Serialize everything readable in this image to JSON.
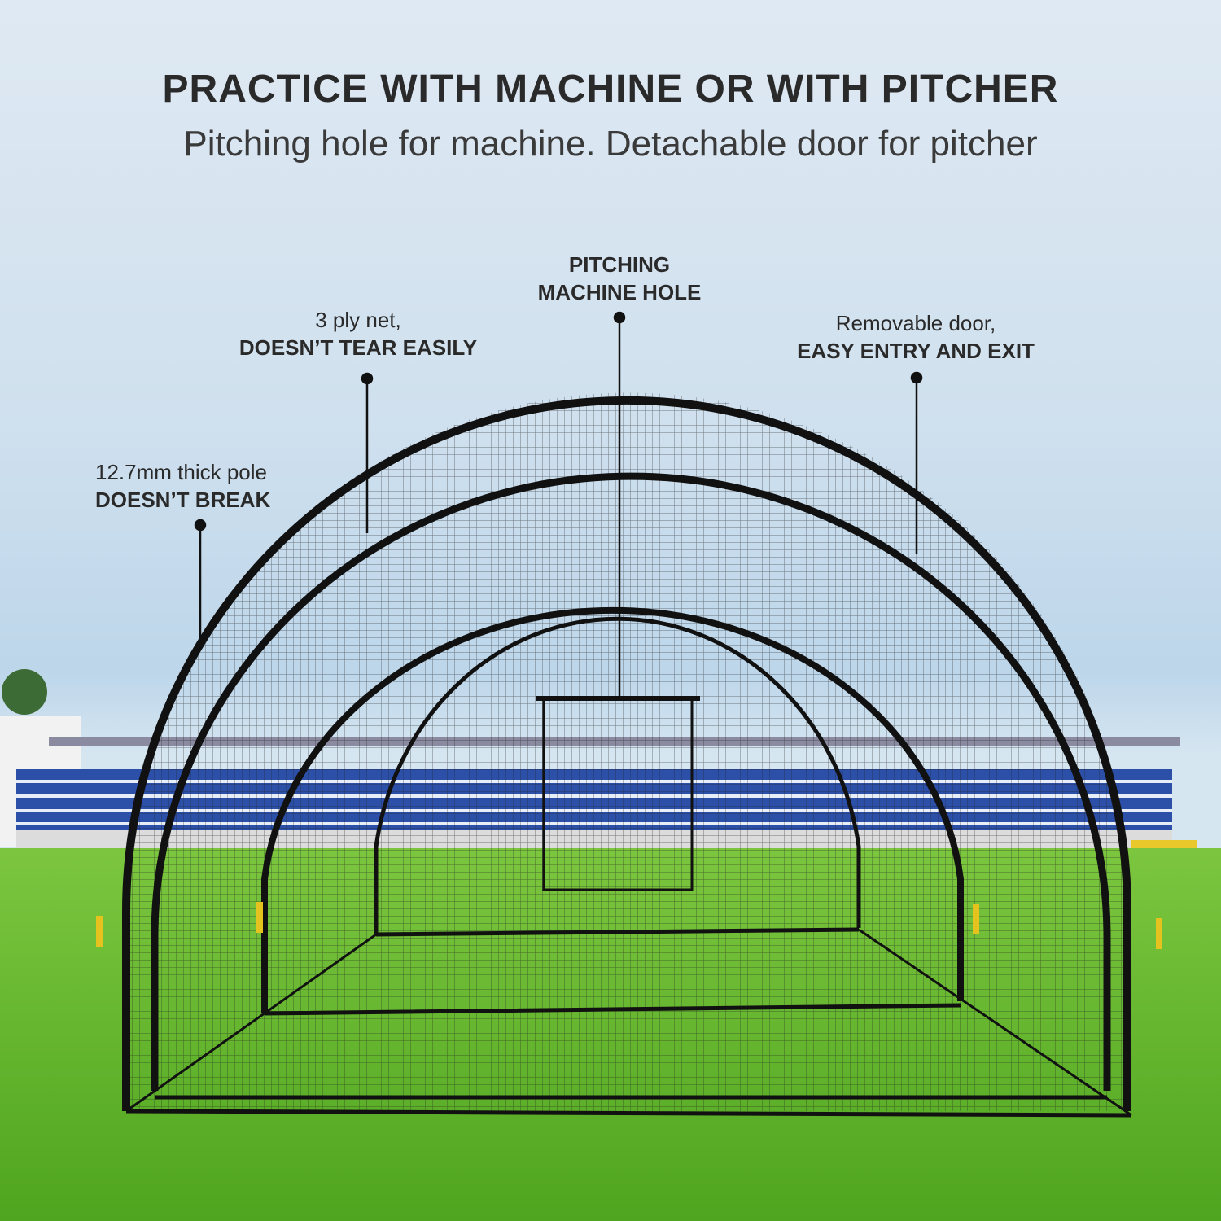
{
  "header": {
    "title": "PRACTICE WITH MACHINE OR WITH PITCHER",
    "subtitle": "Pitching hole for machine. Detachable door for pitcher"
  },
  "annotations": [
    {
      "line1": "PITCHING",
      "line2": "MACHINE HOLE"
    },
    {
      "line1": "3 ply net,",
      "line2": "DOESN’T TEAR EASILY"
    },
    {
      "line1": "Removable door,",
      "line2": "EASY ENTRY AND EXIT"
    },
    {
      "line1": "12.7mm thick pole",
      "line2": "DOESN’T BREAK"
    }
  ],
  "colors": {
    "frame": "#111111",
    "grass": "#5fb52e",
    "stands": "#2c4fa8",
    "text": "#2a2a2a"
  }
}
